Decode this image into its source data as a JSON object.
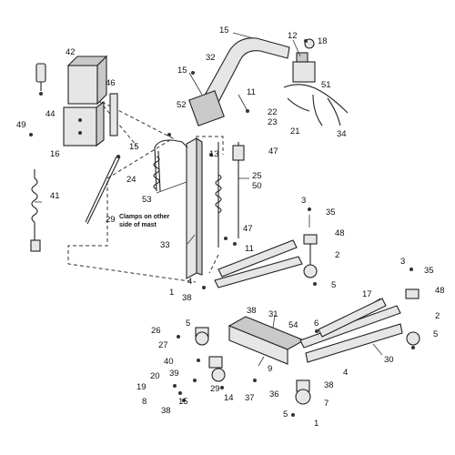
{
  "diagram": {
    "callouts": [
      {
        "id": "c15a",
        "text": "15"
      },
      {
        "id": "c12",
        "text": "12"
      },
      {
        "id": "c18",
        "text": "18"
      },
      {
        "id": "c32",
        "text": "32"
      },
      {
        "id": "c15b",
        "text": "15"
      },
      {
        "id": "c51",
        "text": "51"
      },
      {
        "id": "c42",
        "text": "42"
      },
      {
        "id": "c46",
        "text": "46"
      },
      {
        "id": "c52",
        "text": "52"
      },
      {
        "id": "c11a",
        "text": "11"
      },
      {
        "id": "c22",
        "text": "22"
      },
      {
        "id": "c23",
        "text": "23"
      },
      {
        "id": "c21",
        "text": "21"
      },
      {
        "id": "c34",
        "text": "34"
      },
      {
        "id": "c49",
        "text": "49"
      },
      {
        "id": "c44",
        "text": "44"
      },
      {
        "id": "c16",
        "text": "16"
      },
      {
        "id": "c15c",
        "text": "15"
      },
      {
        "id": "c13",
        "text": "13"
      },
      {
        "id": "c47a",
        "text": "47"
      },
      {
        "id": "c24",
        "text": "24"
      },
      {
        "id": "c25",
        "text": "25"
      },
      {
        "id": "c50",
        "text": "50"
      },
      {
        "id": "c41",
        "text": "41"
      },
      {
        "id": "c53",
        "text": "53"
      },
      {
        "id": "c29a",
        "text": "29"
      },
      {
        "id": "c3a",
        "text": "3"
      },
      {
        "id": "c35a",
        "text": "35"
      },
      {
        "id": "c48a",
        "text": "48"
      },
      {
        "id": "c47b",
        "text": "47"
      },
      {
        "id": "c33",
        "text": "33"
      },
      {
        "id": "c11b",
        "text": "11"
      },
      {
        "id": "c2a",
        "text": "2"
      },
      {
        "id": "c4a",
        "text": "4"
      },
      {
        "id": "c5a",
        "text": "5"
      },
      {
        "id": "c3b",
        "text": "3"
      },
      {
        "id": "c35b",
        "text": "35"
      },
      {
        "id": "c1a",
        "text": "1"
      },
      {
        "id": "c38a",
        "text": "38"
      },
      {
        "id": "c17",
        "text": "17"
      },
      {
        "id": "c48b",
        "text": "48"
      },
      {
        "id": "c38b",
        "text": "38"
      },
      {
        "id": "c31",
        "text": "31"
      },
      {
        "id": "c54",
        "text": "54"
      },
      {
        "id": "c5b",
        "text": "5"
      },
      {
        "id": "c6",
        "text": "6"
      },
      {
        "id": "c2b",
        "text": "2"
      },
      {
        "id": "c26",
        "text": "26"
      },
      {
        "id": "c5c",
        "text": "5"
      },
      {
        "id": "c27",
        "text": "27"
      },
      {
        "id": "c40",
        "text": "40"
      },
      {
        "id": "c30",
        "text": "30"
      },
      {
        "id": "c9",
        "text": "9"
      },
      {
        "id": "c4b",
        "text": "4"
      },
      {
        "id": "c39",
        "text": "39"
      },
      {
        "id": "c20",
        "text": "20"
      },
      {
        "id": "c19",
        "text": "19"
      },
      {
        "id": "c29b",
        "text": "29"
      },
      {
        "id": "c14",
        "text": "14"
      },
      {
        "id": "c37",
        "text": "37"
      },
      {
        "id": "c36",
        "text": "36"
      },
      {
        "id": "c38c",
        "text": "38"
      },
      {
        "id": "c7",
        "text": "7"
      },
      {
        "id": "c15d",
        "text": "15"
      },
      {
        "id": "c8",
        "text": "8"
      },
      {
        "id": "c38d",
        "text": "38"
      },
      {
        "id": "c5d",
        "text": "5"
      },
      {
        "id": "c1b",
        "text": "1"
      }
    ],
    "note": {
      "line1": "Clamps on other",
      "line2": "side of mast"
    }
  }
}
